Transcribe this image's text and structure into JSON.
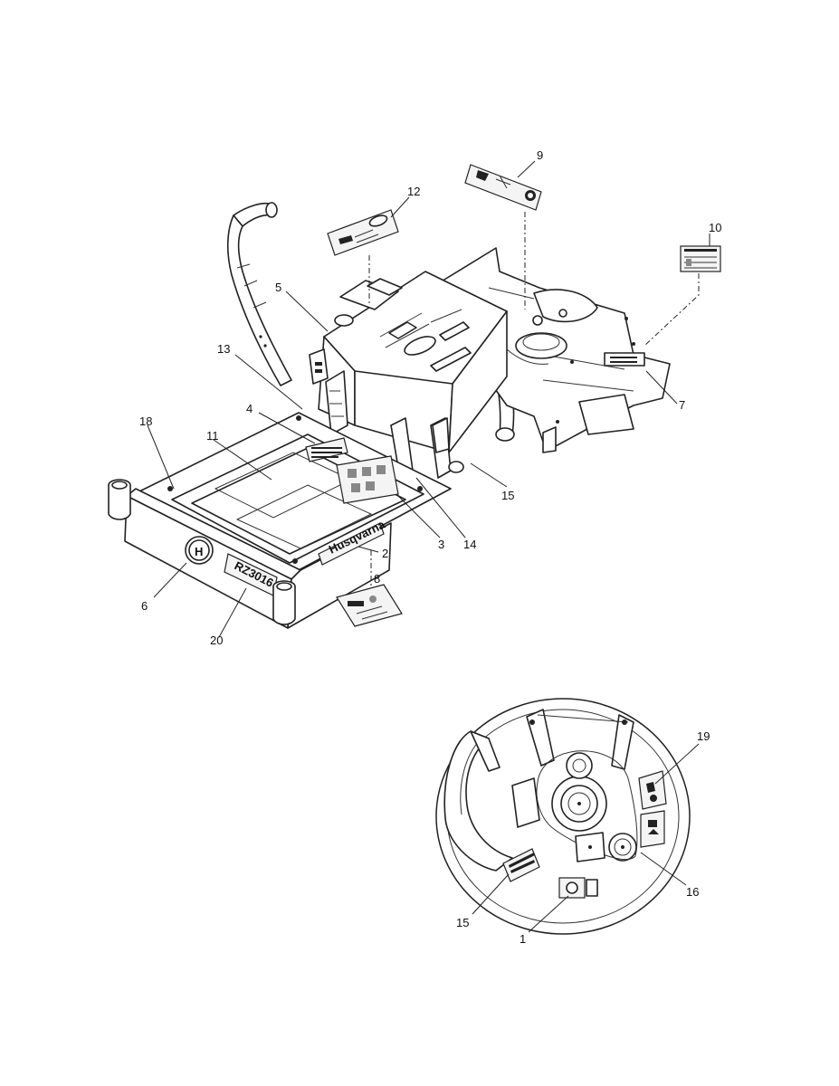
{
  "callouts": {
    "c1": "1",
    "c2": "2",
    "c3": "3",
    "c4": "4",
    "c5": "5",
    "c6": "6",
    "c7": "7",
    "c8": "8",
    "c9": "9",
    "c10": "10",
    "c11": "11",
    "c12": "12",
    "c13": "13",
    "c14": "14",
    "c15a": "15",
    "c15b": "15",
    "c16": "16",
    "c18": "18",
    "c19": "19",
    "c20": "20"
  },
  "frame": {
    "model_decal": "RZ3016",
    "brand_decal": "Husqvarna",
    "logo_letter": "H"
  }
}
